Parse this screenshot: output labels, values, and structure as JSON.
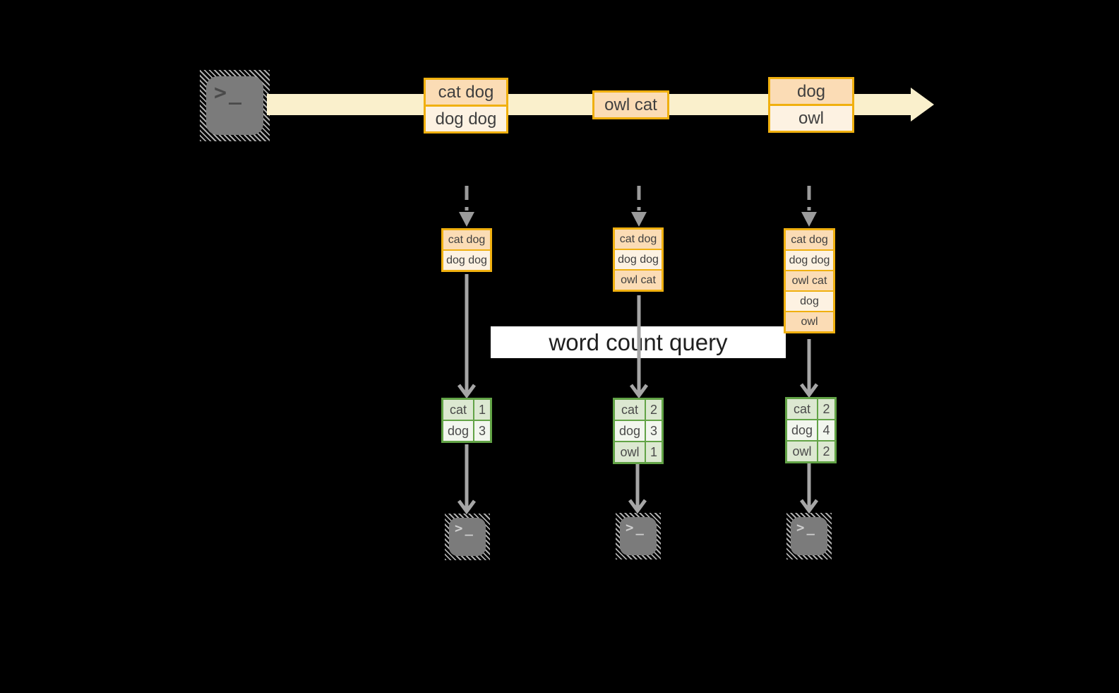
{
  "title": "streaming word count diagram",
  "colors": {
    "accent_gold": "#F0B00F",
    "fill_peach": "#FBDCB5",
    "fill_cream": "#FDF2E2",
    "stream_band": "#FAF0CC",
    "accent_green": "#62A346",
    "fill_green_light": "#DCE8D1",
    "fill_green_lighter": "#F2F6EE",
    "arrow_gray": "#A6A6A6",
    "query_band_bg": "#FFFFFF"
  },
  "source": {
    "prompt": ">_"
  },
  "stream": {
    "events": [
      {
        "lines": [
          "cat dog",
          "dog dog"
        ]
      },
      {
        "lines": [
          "owl cat"
        ]
      },
      {
        "lines": [
          "dog",
          "owl"
        ]
      }
    ]
  },
  "query_label": "word count query",
  "columns": [
    {
      "buffer": [
        "cat dog",
        "dog dog"
      ],
      "counts": [
        {
          "word": "cat",
          "count": "1"
        },
        {
          "word": "dog",
          "count": "3"
        }
      ]
    },
    {
      "buffer": [
        "cat dog",
        "dog dog",
        "owl cat"
      ],
      "counts": [
        {
          "word": "cat",
          "count": "2"
        },
        {
          "word": "dog",
          "count": "3"
        },
        {
          "word": "owl",
          "count": "1"
        }
      ]
    },
    {
      "buffer": [
        "cat dog",
        "dog dog",
        "owl cat",
        "dog",
        "owl"
      ],
      "counts": [
        {
          "word": "cat",
          "count": "2"
        },
        {
          "word": "dog",
          "count": "4"
        },
        {
          "word": "owl",
          "count": "2"
        }
      ]
    }
  ],
  "sinks": [
    {
      "prompt": ">_"
    },
    {
      "prompt": ">_"
    },
    {
      "prompt": ">_"
    }
  ]
}
